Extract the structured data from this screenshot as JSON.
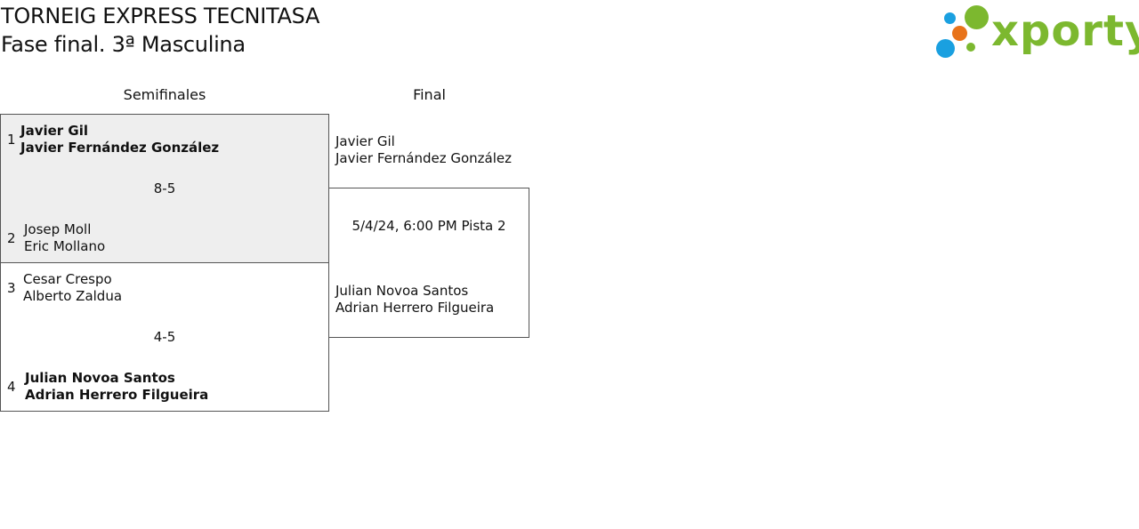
{
  "header": {
    "title": "TORNEIG EXPRESS TECNITASA",
    "subtitle": "Fase final. 3ª Masculina"
  },
  "logo": {
    "text": "xporty",
    "colors": {
      "green": "#7cb82f",
      "orange": "#e8731a",
      "blue": "#1aa0e0"
    }
  },
  "rounds": {
    "semifinals_label": "Semifinales",
    "final_label": "Final"
  },
  "semifinals": [
    {
      "score": "8-5",
      "highlight_color": "#eeeeee",
      "teams": [
        {
          "seed": "1",
          "player1": "Javier Gil",
          "player2": "Javier Fernández González",
          "winner": true
        },
        {
          "seed": "2",
          "player1": "Josep Moll",
          "player2": "Eric Mollano",
          "winner": false
        }
      ]
    },
    {
      "score": "4-5",
      "teams": [
        {
          "seed": "3",
          "player1": "Cesar Crespo",
          "player2": "Alberto Zaldua",
          "winner": false
        },
        {
          "seed": "4",
          "player1": "Julian Novoa Santos",
          "player2": "Adrian Herrero Filgueira",
          "winner": true
        }
      ]
    }
  ],
  "final": {
    "team_top": {
      "player1": "Javier Gil",
      "player2": "Javier Fernández González"
    },
    "team_bottom": {
      "player1": "Julian Novoa Santos",
      "player2": "Adrian Herrero Filgueira"
    },
    "schedule": "5/4/24, 6:00 PM Pista 2"
  }
}
